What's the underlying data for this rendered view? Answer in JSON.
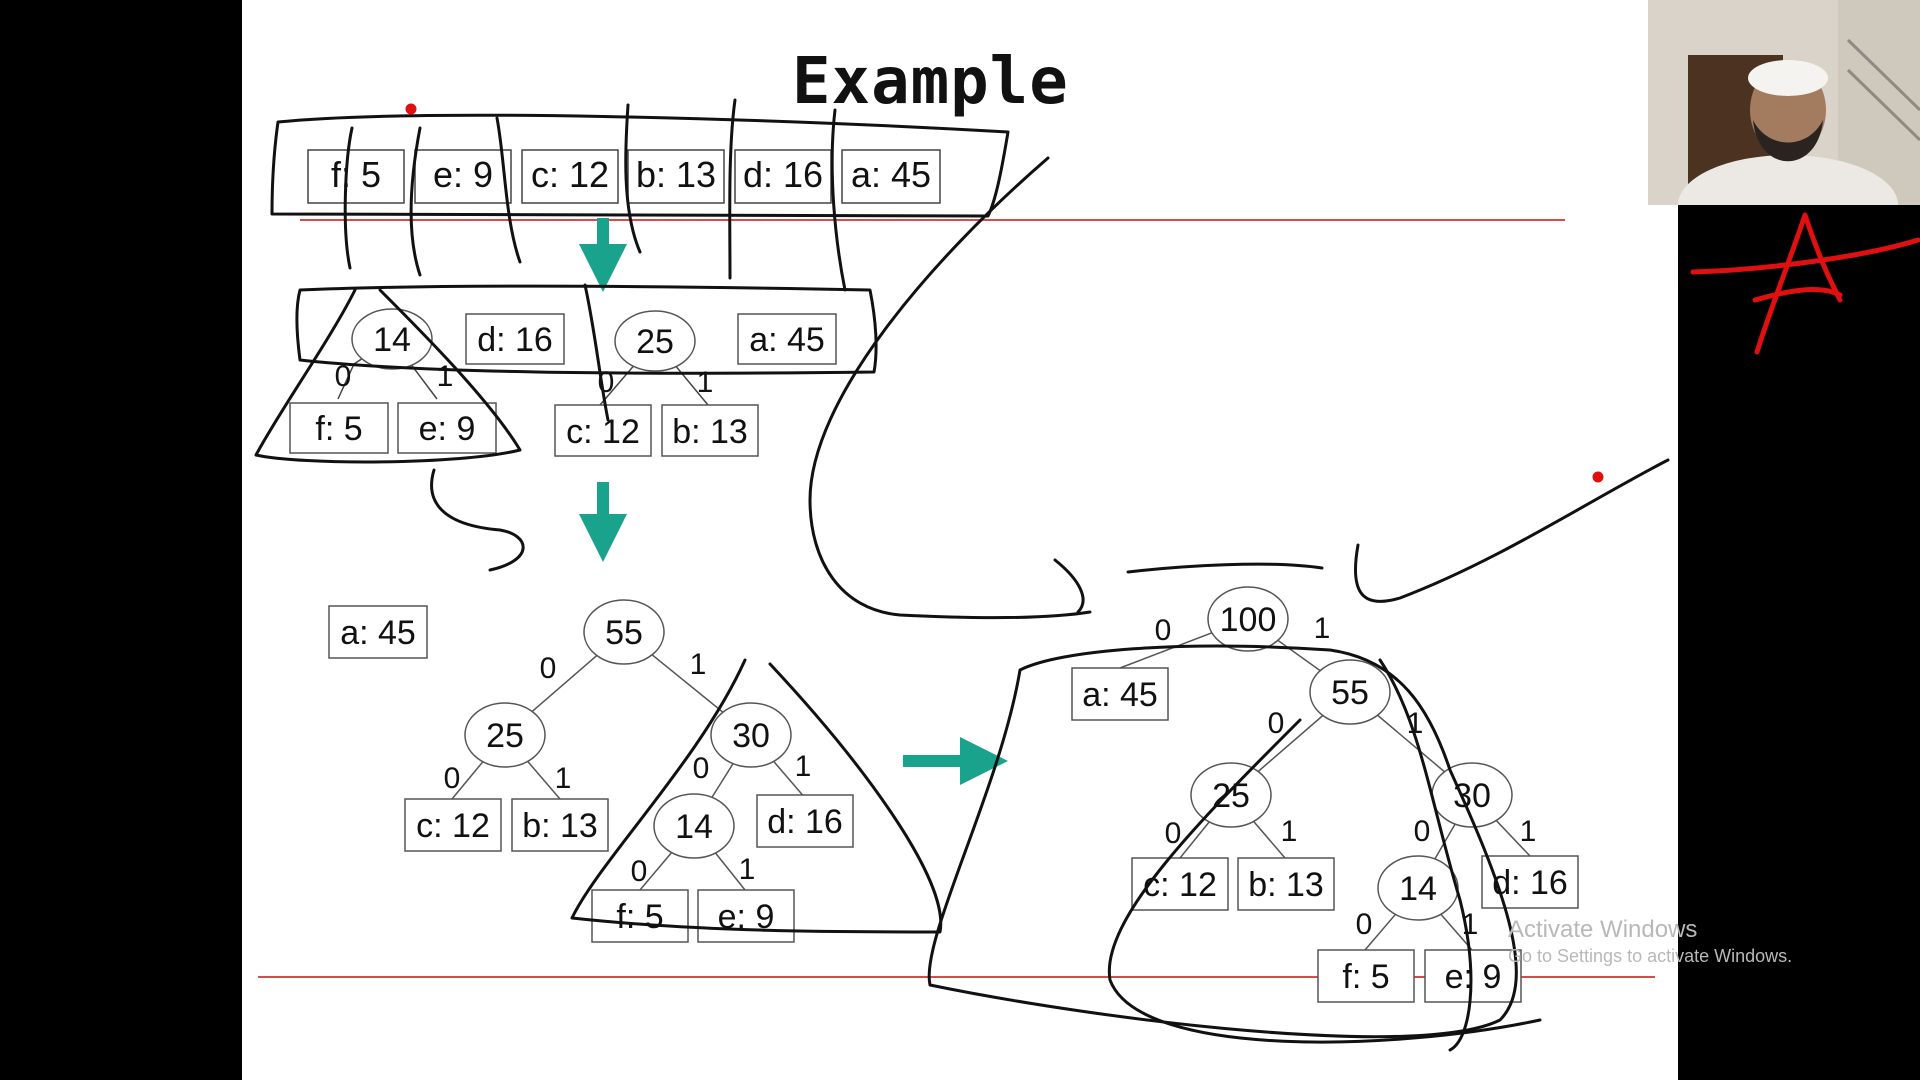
{
  "title": "Example",
  "row1": [
    "f: 5",
    "e: 9",
    "c: 12",
    "b: 13",
    "d: 16",
    "a: 45"
  ],
  "row2": {
    "node14": "14",
    "d16": "d: 16",
    "node25": "25",
    "a45": "a: 45",
    "f5": "f: 5",
    "e9": "e: 9",
    "c12": "c: 12",
    "b13": "b: 13",
    "bit0": "0",
    "bit1": "1"
  },
  "tree55": {
    "a45": "a: 45",
    "root": "55",
    "n25": "25",
    "n30": "30",
    "n14": "14",
    "c12": "c: 12",
    "b13": "b: 13",
    "d16": "d: 16",
    "f5": "f: 5",
    "e9": "e: 9"
  },
  "tree100": {
    "root": "100",
    "a45": "a: 45",
    "n55": "55",
    "n25": "25",
    "n30": "30",
    "n14": "14",
    "c12": "c: 12",
    "b13": "b: 13",
    "d16": "d: 16",
    "f5": "f: 5",
    "e9": "e: 9"
  },
  "watermark": {
    "line1": "Activate Windows",
    "line2": "Go to Settings to activate Windows."
  },
  "colors": {
    "arrow": "#1aa38c",
    "red_line": "#d94a4a",
    "ink": "#111111",
    "annotation_red": "#e01010"
  }
}
